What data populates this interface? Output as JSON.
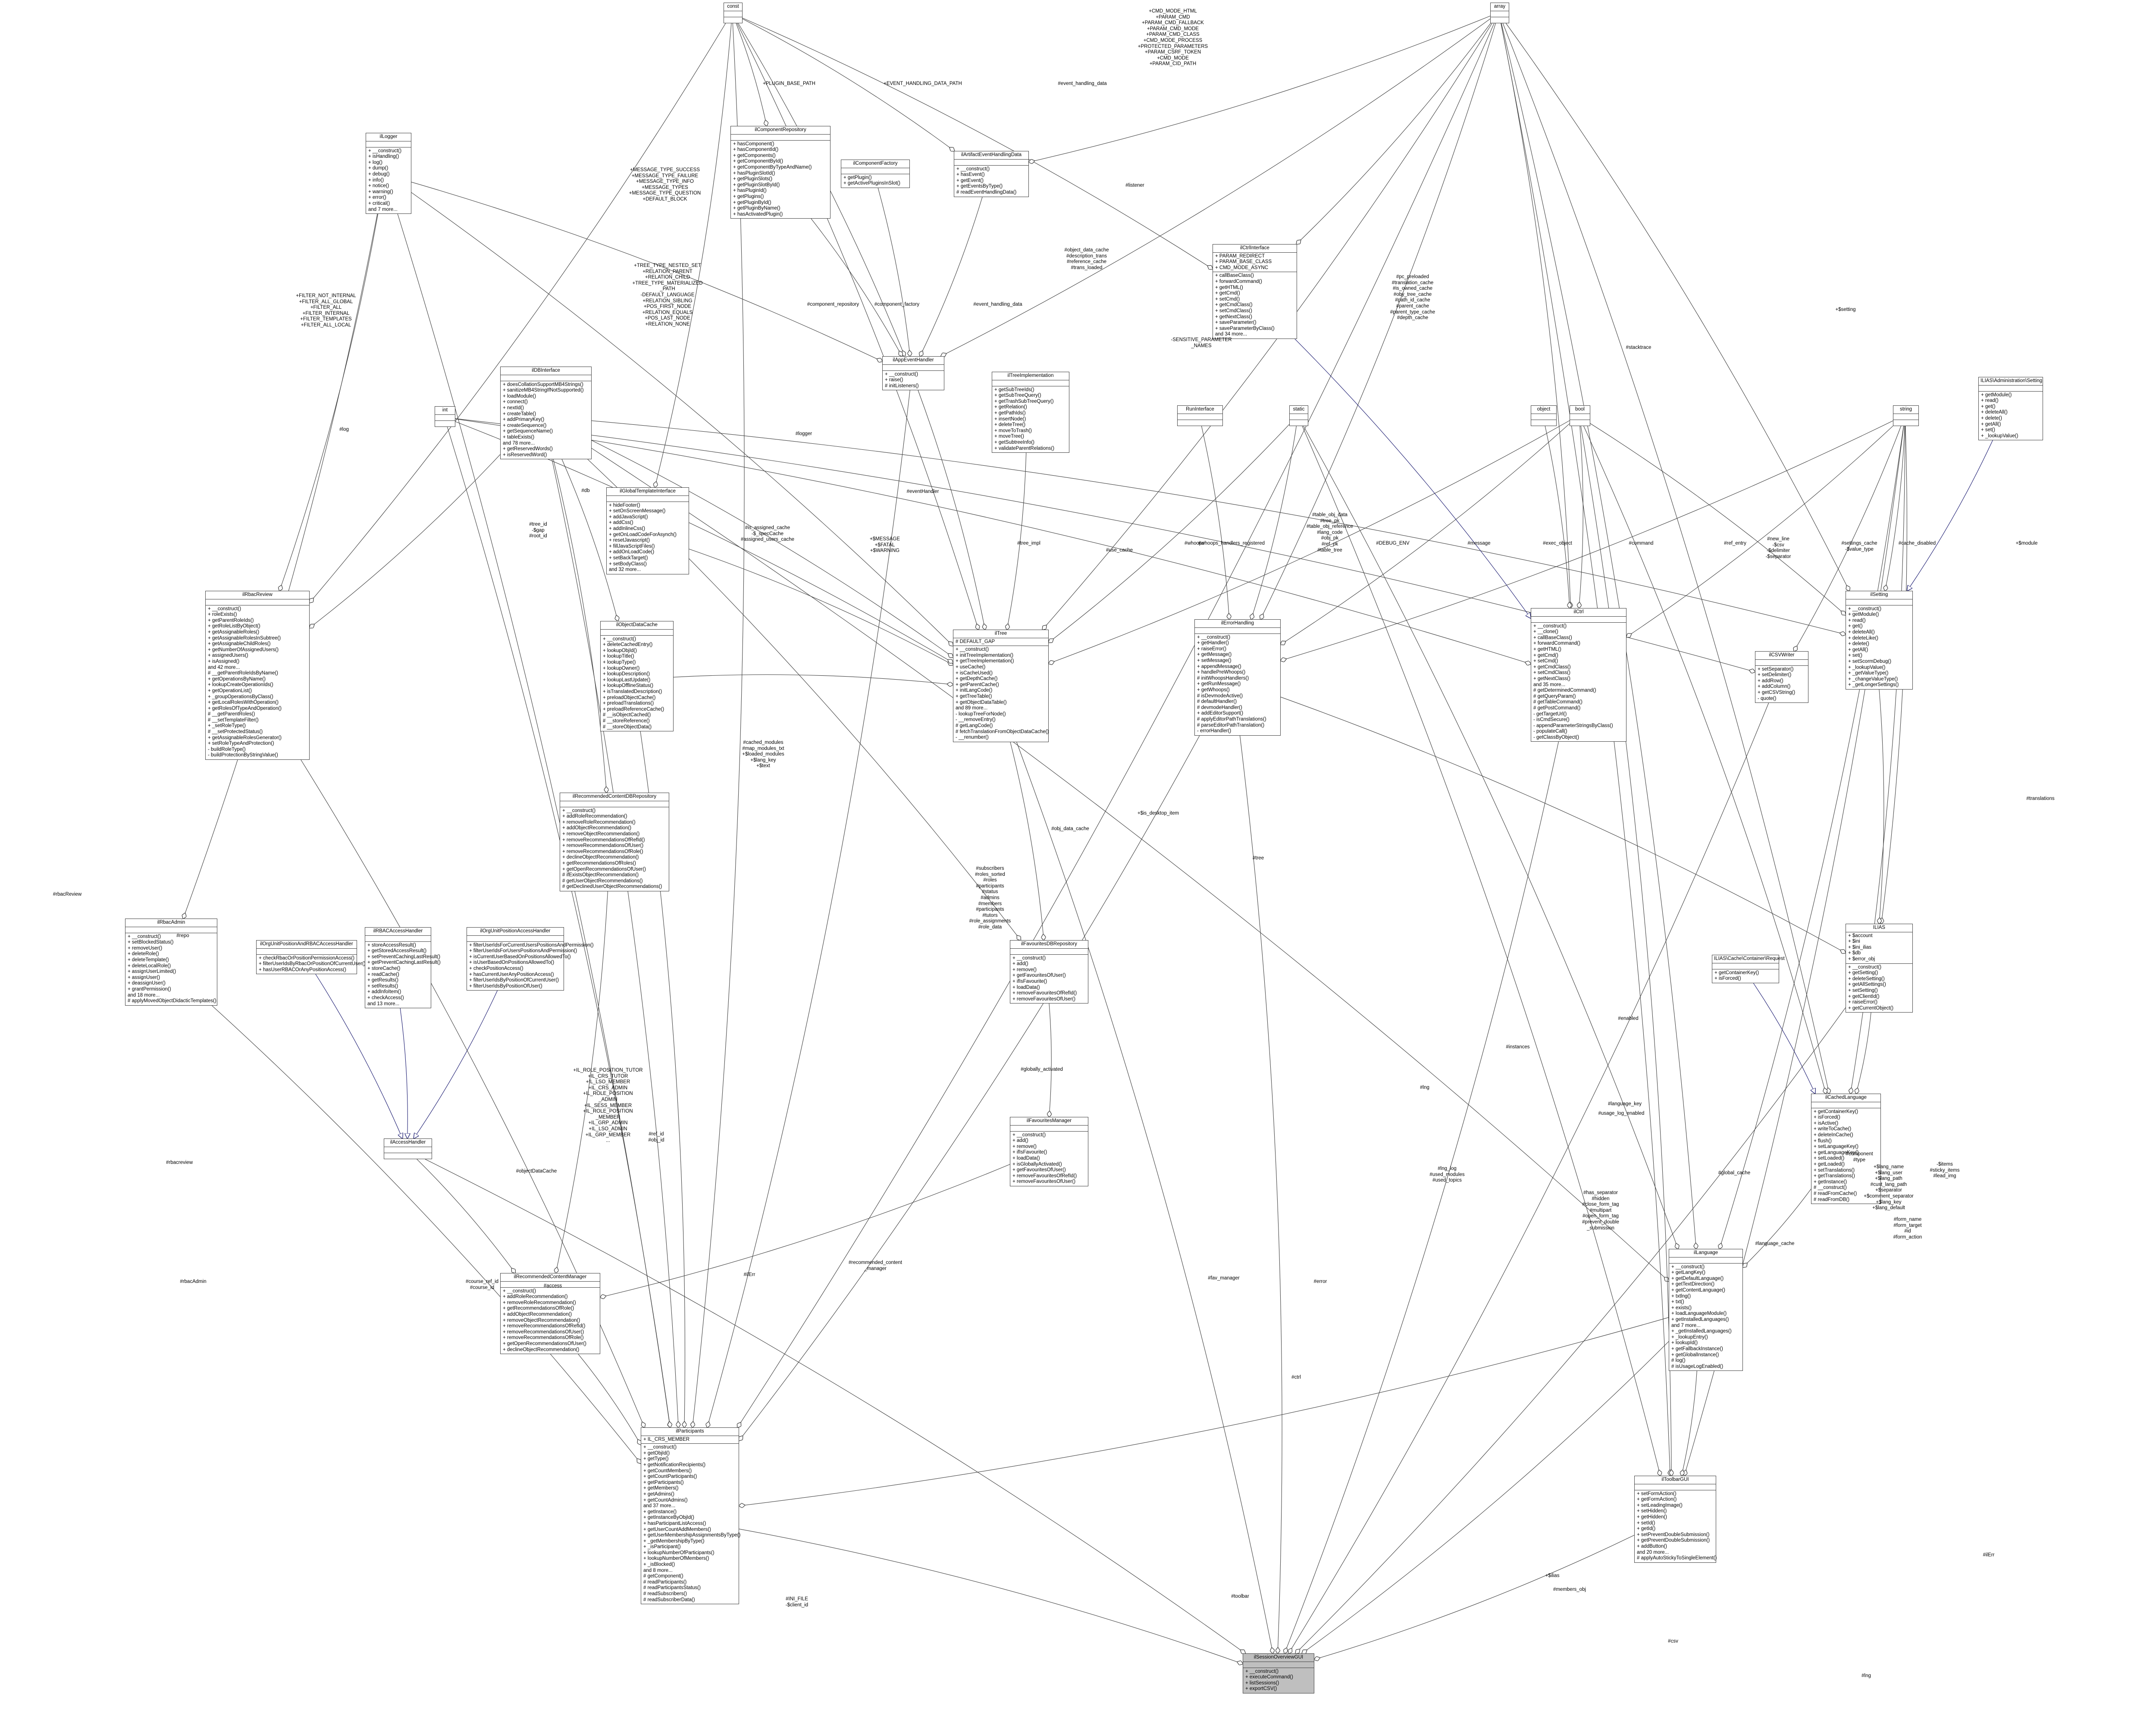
{
  "edges_color": "#404040",
  "inherit_color": "#191970",
  "highlight_color": "#bfbfbf",
  "classes": [
    {
      "id": "const",
      "name": "const",
      "attrs": [],
      "ops": []
    },
    {
      "id": "array",
      "name": "array",
      "attrs": [],
      "ops": []
    },
    {
      "id": "ilogger",
      "name": "ilLogger",
      "attrs": [],
      "ops": [
        "+ __construct()",
        "+ isHandling()",
        "+ log()",
        "+ dump()",
        "+ debug()",
        "+ info()",
        "+ notice()",
        "+ warning()",
        "+ error()",
        "+ critical()",
        "and 7 more..."
      ]
    },
    {
      "id": "icomprepo",
      "name": "ilComponentRepository",
      "attrs": [],
      "ops": [
        "+ hasComponent()",
        "+ hasComponentId()",
        "+ getComponents()",
        "+ getComponentById()",
        "+ getComponentByTypeAndName()",
        "+ hasPluginSlotId()",
        "+ getPluginSlots()",
        "+ getPluginSlotById()",
        "+ hasPluginId()",
        "+ getPlugins()",
        "+ getPluginById()",
        "+ getPluginByName()",
        "+ hasActivatedPlugin()"
      ]
    },
    {
      "id": "iartifact",
      "name": "ilArtifactEventHandlingData",
      "attrs": [],
      "ops": [
        "+ __construct()",
        "+ hasEvent()",
        "+ getEvent()",
        "+ getEventsByType()",
        "# readEventHandlingData()"
      ]
    },
    {
      "id": "icompfactory",
      "name": "ilComponentFactory",
      "attrs": [],
      "ops": [
        "+ getPlugin()",
        "+ getActivePluginsInSlot()"
      ]
    },
    {
      "id": "ictrlinterface",
      "name": "ilCtrlInterface",
      "attrs": [
        "+ PARAM_REDIRECT",
        "+ PARAM_BASE_CLASS",
        "+ CMD_MODE_ASYNC"
      ],
      "ops": [
        "+ callBaseClass()",
        "+ forwardCommand()",
        "+ getHTML()",
        "+ getCmd()",
        "+ setCmd()",
        "+ getCmdClass()",
        "+ setCmdClass()",
        "+ getNextClass()",
        "+ saveParameter()",
        "+ saveParameterByClass()",
        "and 34 more..."
      ]
    },
    {
      "id": "iappevent",
      "name": "ilAppEventHandler",
      "attrs": [],
      "ops": [
        "+ __construct()",
        "+ raise()",
        "# initListeners()"
      ]
    },
    {
      "id": "itreeimpl",
      "name": "ilTreeImplementation",
      "attrs": [],
      "ops": [
        "+ getSubTreeIds()",
        "+ getSubTreeQuery()",
        "+ getTrashSubTreeQuery()",
        "+ getRelation()",
        "+ getPathIds()",
        "+ insertNode()",
        "+ deleteTree()",
        "+ moveToTrash()",
        "+ moveTree()",
        "+ getSubtreeInfo()",
        "+ validateParentRelations()"
      ]
    },
    {
      "id": "runinterface",
      "name": "RunInterface",
      "attrs": [],
      "ops": []
    },
    {
      "id": "static",
      "name": "static",
      "attrs": [],
      "ops": []
    },
    {
      "id": "object",
      "name": "object",
      "attrs": [],
      "ops": []
    },
    {
      "id": "bool",
      "name": "bool",
      "attrs": [],
      "ops": []
    },
    {
      "id": "string",
      "name": "string",
      "attrs": [],
      "ops": []
    },
    {
      "id": "iliasadmin",
      "name": "ILIAS\\Administration\\Setting",
      "attrs": [],
      "ops": [
        "+ getModule()",
        "+ read()",
        "+ get()",
        "+ deleteAll()",
        "+ delete()",
        "+ getAll()",
        "+ set()",
        "+ _lookupValue()"
      ]
    },
    {
      "id": "int",
      "name": "int",
      "attrs": [],
      "ops": []
    },
    {
      "id": "idbinterface",
      "name": "ilDBInterface",
      "attrs": [],
      "ops": [
        "+ doesCollationSupportMB4Strings()",
        "+ sanitizeMB4StringIfNotSupported()",
        "+ loadModule()",
        "+ connect()",
        "+ nextId()",
        "+ createTable()",
        "+ addPrimaryKey()",
        "+ createSequence()",
        "+ getSequenceName()",
        "+ tableExists()",
        "and 78 more...",
        "+ getReservedWords()",
        "+ isReservedWord()"
      ]
    },
    {
      "id": "iglobaltpl",
      "name": "ilGlobalTemplateInterface",
      "attrs": [],
      "ops": [
        "+ hideFooter()",
        "+ setOnScreenMessage()",
        "+ addJavaScript()",
        "+ addCss()",
        "+ addInlineCss()",
        "+ getOnLoadCodeForAsynch()",
        "+ resetJavascript()",
        "+ fillJavaScriptFiles()",
        "+ addOnLoadCode()",
        "+ setBackTarget()",
        "+ setBodyClass()",
        "and 32 more..."
      ]
    },
    {
      "id": "irbacreview",
      "name": "ilRbacReview",
      "attrs": [],
      "ops": [
        "+ __construct()",
        "+ roleExists()",
        "+ getParentRoleIds()",
        "+ getRoleListByObject()",
        "+ getAssignableRoles()",
        "+ getAssignableRolesInSubtree()",
        "+ getAssignableChildRoles()",
        "+ getNumberOfAssignedUsers()",
        "+ assignedUsers()",
        "+ isAssigned()",
        "and 42 more...",
        "# __getParentRoleIdsByName()",
        "+ getOperationsByName()",
        "+ lookupCreateOperationIds()",
        "+ getOperationList()",
        "+ _groupOperationsByClass()",
        "+ getLocalRolesWithOperation()",
        "+ getRolesOfTypeAndOperation()",
        "# __getParentRoles()",
        "# __setTemplateFilter()",
        "+ _setRoleType()",
        "# __setProtectedStatus()",
        "+ getAssignableRolesGenerator()",
        "+ setRoleTypeAndProtection()",
        "- buildRoleType()",
        "- buildProtectionByStringValue()"
      ]
    },
    {
      "id": "iobjdatacache",
      "name": "ilObjectDataCache",
      "attrs": [],
      "ops": [
        "+ __construct()",
        "+ deleteCachedEntry()",
        "+ lookupObjId()",
        "+ lookupTitle()",
        "+ lookupType()",
        "+ lookupOwner()",
        "+ lookupDescription()",
        "+ lookupLastUpdate()",
        "+ lookupOfflineStatus()",
        "+ isTranslatedDescription()",
        "+ preloadObjectCache()",
        "+ preloadTranslations()",
        "+ preloadReferenceCache()",
        "# __isObjectCached()",
        "# __storeReference()",
        "# __storeObjectData()"
      ]
    },
    {
      "id": "itree",
      "name": "ilTree",
      "attrs": [
        "# DEFAULT_GAP"
      ],
      "ops": [
        "+ __construct()",
        "+ initTreeImplementation()",
        "+ getTreeImplementation()",
        "+ useCache()",
        "+ isCacheUsed()",
        "+ getDepthCache()",
        "+ getParentCache()",
        "+ initLangCode()",
        "+ getTreeTable()",
        "+ getObjectDataTable()",
        "and 89 more...",
        "- lookupTreeForNode()",
        "- __removeEntry()",
        "# getLangCode()",
        "# fetchTranslationFromObjectDataCache()",
        "- __renumber()"
      ]
    },
    {
      "id": "ierrorhandling",
      "name": "ilErrorHandling",
      "attrs": [],
      "ops": [
        "+ __construct()",
        "+ getHandler()",
        "+ raiseError()",
        "+ getMessage()",
        "+ setMessage()",
        "+ appendMessage()",
        "+ handlePreWhoops()",
        "# initWhoopsHandlers()",
        "+ getRunMessage()",
        "+ getWhoops()",
        "# isDevmodeActive()",
        "# defaultHandler()",
        "# devmodeHandler()",
        "+ addEditorSupport()",
        "# applyEditorPathTranslations()",
        "# parseEditorPathTranslation()",
        "- errorHandler()"
      ]
    },
    {
      "id": "ictrl",
      "name": "ilCtrl",
      "attrs": [],
      "ops": [
        "+ __construct()",
        "+ __clone()",
        "+ callBaseClass()",
        "+ forwardCommand()",
        "+ getHTML()",
        "+ getCmd()",
        "+ setCmd()",
        "+ getCmdClass()",
        "+ setCmdClass()",
        "+ getNextClass()",
        "and 35 more...",
        "# getDeterminedCommand()",
        "# getQueryParam()",
        "# getTableCommand()",
        "# getPostCommand()",
        "- getTargetUrl()",
        "- isCmdSecure()",
        "- appendParameterStringsByClass()",
        "- populateCall()",
        "- getClassByObject()"
      ]
    },
    {
      "id": "icsvwriter",
      "name": "ilCSVWriter",
      "attrs": [],
      "ops": [
        "+ setSeparator()",
        "+ setDelimiter()",
        "+ addRow()",
        "+ addColumn()",
        "+ getCSVString()",
        "- quote()"
      ]
    },
    {
      "id": "isetting",
      "name": "ilSetting",
      "attrs": [],
      "ops": [
        "+ __construct()",
        "+ getModule()",
        "+ read()",
        "+ get()",
        "+ deleteAll()",
        "+ deleteLike()",
        "+ delete()",
        "+ getAll()",
        "+ set()",
        "+ setScormDebug()",
        "+ _lookupValue()",
        "+ _getValueType()",
        "+ _changeValueType()",
        "+ _getLongerSettings()"
      ]
    },
    {
      "id": "irecrepo",
      "name": "ilRecommendedContentDBRepository",
      "attrs": [],
      "ops": [
        "+ __construct()",
        "+ addRoleRecommendation()",
        "+ removeRoleRecommendation()",
        "+ addObjectRecommendation()",
        "+ removeObjectRecommendation()",
        "+ removeRecommendationsOfRefId()",
        "+ removeRecommendationsOfUser()",
        "+ removeRecommendationsOfRole()",
        "+ declineObjectRecommendation()",
        "+ getRecommendationsOfRoles()",
        "+ getOpenRecommendationsOfUser()",
        "# ifExistsObjectRecommendation()",
        "# getUserObjectRecommendations()",
        "# getDeclinedUserObjectRecommendations()"
      ]
    },
    {
      "id": "irbacadmin",
      "name": "ilRbacAdmin",
      "attrs": [],
      "ops": [
        "+ __construct()",
        "+ setBlockedStatus()",
        "+ removeUser()",
        "+ deleteRole()",
        "+ deleteTemplate()",
        "+ deleteLocalRole()",
        "+ assignUserLimited()",
        "+ assignUser()",
        "+ deassignUser()",
        "+ grantPermission()",
        "and 18 more...",
        "# applyMovedObjectDidacticTemplates()"
      ]
    },
    {
      "id": "iorgunitpos",
      "name": "ilOrgUnitPositionAndRBACAccessHandler",
      "attrs": [],
      "ops": [
        "+ checkRbacOrPositionPermissionAccess()",
        "+ filterUserIdsByRbacOrPositionOfCurrentUser()",
        "+ hasUserRBACOrAnyPositionAccess()"
      ]
    },
    {
      "id": "irbacaccess",
      "name": "ilRBACAccessHandler",
      "attrs": [],
      "ops": [
        "+ storeAccessResult()",
        "+ getStoredAccessResult()",
        "+ setPreventCachingLastResult()",
        "+ getPreventCachingLastResult()",
        "+ storeCache()",
        "+ readCache()",
        "+ getResults()",
        "+ setResults()",
        "+ addInfoItem()",
        "+ checkAccess()",
        "and 13 more..."
      ]
    },
    {
      "id": "iorgunitposacc",
      "name": "ilOrgUnitPositionAccessHandler",
      "attrs": [],
      "ops": [
        "+ filterUserIdsForCurrentUsersPositionsAndPermission()",
        "+ filterUserIdsForUsersPositionsAndPermission()",
        "+ isCurrentUserBasedOnPositionsAllowedTo()",
        "+ isUserBasedOnPositionsAllowedTo()",
        "+ checkPositionAccess()",
        "+ hasCurrentUserAnyPositionAccess()",
        "+ filterUserIdsByPositionOfCurrentUser()",
        "+ filterUserIdsByPositionOfUser()"
      ]
    },
    {
      "id": "ifavrepo",
      "name": "ilFavouritesDBRepository",
      "attrs": [],
      "ops": [
        "+ __construct()",
        "+ add()",
        "+ remove()",
        "+ getFavouritesOfUser()",
        "+ ifIsFavourite()",
        "+ loadData()",
        "+ removeFavouritesOfRefId()",
        "+ removeFavouritesOfUser()"
      ]
    },
    {
      "id": "icachecontainer",
      "name": "ILIAS\\Cache\\Container\\Request",
      "attrs": [],
      "ops": [
        "+ getContainerKey()",
        "+ isForced()"
      ]
    },
    {
      "id": "ilias",
      "name": "ILIAS",
      "attrs": [
        "+ $account",
        "+ $ini",
        "+ $ini_ilias",
        "+ $db",
        "+ $error_obj"
      ],
      "ops": [
        "+ __construct()",
        "+ getSetting()",
        "+ deleteSetting()",
        "+ getAllSettings()",
        "+ setSetting()",
        "+ getClientId()",
        "+ raiseError()",
        "+ getCurrentObject()"
      ]
    },
    {
      "id": "iaccesshandler",
      "name": "ilAccessHandler",
      "attrs": [],
      "ops": []
    },
    {
      "id": "ifavmanager",
      "name": "ilFavouritesManager",
      "attrs": [],
      "ops": [
        "+ __construct()",
        "+ add()",
        "+ remove()",
        "+ ifIsFavourite()",
        "+ loadData()",
        "+ isGloballyActivated()",
        "+ getFavouritesOfUser()",
        "+ removeFavouritesOfRefId()",
        "+ removeFavouritesOfUser()"
      ]
    },
    {
      "id": "icachedlang",
      "name": "ilCachedLanguage",
      "attrs": [],
      "ops": [
        "+ getContainerKey()",
        "+ isForced()",
        "+ isActive()",
        "+ writeToCache()",
        "+ deleteInCache()",
        "+ flush()",
        "+ setLanguageKey()",
        "+ getLanguageKey()",
        "+ setLoaded()",
        "+ getLoaded()",
        "+ setTranslations()",
        "+ getTranslations()",
        "+ getInstance()",
        "# __construct()",
        "# readFromCache()",
        "# readFromDB()"
      ]
    },
    {
      "id": "irecmanager",
      "name": "ilRecommendedContentManager",
      "attrs": [],
      "ops": [
        "+ __construct()",
        "+ addRoleRecommendation()",
        "+ removeRoleRecommendation()",
        "+ getRecommendationsOfRole()",
        "+ addObjectRecommendation()",
        "+ removeObjectRecommendation()",
        "+ removeRecommendationsOfRefId()",
        "+ removeRecommendationsOfUser()",
        "+ removeRecommendationsOfRole()",
        "+ getOpenRecommendationsOfUser()",
        "+ declineObjectRecommendation()"
      ]
    },
    {
      "id": "ilanguage",
      "name": "ilLanguage",
      "attrs": [],
      "ops": [
        "+ __construct()",
        "+ getLangKey()",
        "+ getDefaultLanguage()",
        "+ getTextDirection()",
        "+ getContentLanguage()",
        "+ txtlng()",
        "+ txt()",
        "+ exists()",
        "+ loadLanguageModule()",
        "+ getInstalledLanguages()",
        "and 7 more...",
        "+ _getInstalledLanguages()",
        "+ _lookupEntry()",
        "+ lookupId()",
        "+ getFallbackInstance()",
        "+ getGlobalInstance()",
        "# log()",
        "# isUsageLogEnabled()"
      ]
    },
    {
      "id": "iparticipants",
      "name": "ilParticipants",
      "attrs": [
        "+ IL_CRS_MEMBER"
      ],
      "ops": [
        "+ __construct()",
        "+ getObjId()",
        "+ getType()",
        "+ getNotificationRecipients()",
        "+ getCountMembers()",
        "+ getCountParticipants()",
        "+ getParticipants()",
        "+ getMembers()",
        "+ getAdmins()",
        "+ getCountAdmins()",
        "and 37 more...",
        "+ getInstance()",
        "+ getInstanceByObjId()",
        "+ hasParticipantListAccess()",
        "+ getUserCountAddMembers()",
        "+ getUserMembershipAssignmentsByType()",
        "+ _getMembershipByType()",
        "+ _isParticipant()",
        "+ lookupNumberOfParticipants()",
        "+ lookupNumberOfMembers()",
        "+ _isBlocked()",
        "and 8 more...",
        "# getComponent()",
        "# readParticipants()",
        "# readParticipantsStatus()",
        "# readSubscribers()",
        "# readSubscriberData()"
      ]
    },
    {
      "id": "itoolbargui",
      "name": "ilToolbarGUI",
      "attrs": [],
      "ops": [
        "+ setFormAction()",
        "+ getFormAction()",
        "+ setLeadingImage()",
        "+ setHidden()",
        "+ getHidden()",
        "+ setId()",
        "+ getId()",
        "+ setPreventDoubleSubmission()",
        "+ getPreventDoubleSubmission()",
        "+ addButton()",
        "and 20 more...",
        "# applyAutoStickyToSingleElement()"
      ]
    },
    {
      "id": "isessionoverview",
      "name": "ilSessionOverviewGUI",
      "attrs": [],
      "ops": [
        "+ __construct()",
        "+ executeCommand()",
        "+ listSessions()",
        "+ exportCSV()"
      ],
      "highlight": true
    }
  ],
  "labels": [
    "+PLUGIN_BASE_PATH",
    "+EVENT_HANDLING_DATA_PATH",
    "#event_handling_data",
    "+CMD_MODE_HTML\n+PARAM_CMD\n+PARAM_CMD_FALLBACK\n+PARAM_CMD_MODE\n+PARAM_CMD_CLASS\n+CMD_MODE_PROCESS\n+PROTECTED_PARAMETERS\n+PARAM_CSRF_TOKEN\n+CMD_MODE\n+PARAM_CID_PATH",
    "#listener",
    "+MESSAGE_TYPE_SUCCESS\n+MESSAGE_TYPE_FAILURE\n+MESSAGE_TYPE_INFO\n+MESSAGE_TYPES\n+MESSAGE_TYPE_QUESTION\n+DEFAULT_BLOCK",
    "+TREE_TYPE_NESTED_SET\n+RELATION_PARENT\n+RELATION_CHILD\n+TREE_TYPE_MATERIALIZED\n_PATH\n-DEFAULT_LANGUAGE\n+RELATION_SIBLING\n+POS_FIRST_NODE\n+RELATION_EQUALS\n+POS_LAST_NODE\n+RELATION_NONE",
    "#object_data_cache\n#description_trans\n#reference_cache\n#trans_loaded",
    "-SENSITIVE_PARAMETER\n_NAMES",
    "#pc_preloaded\n#translation_cache\n#is_owned_cache\n#oby_tree_cache\n#path_id_cache\n#parent_cache\n#parent_type_cache\n#depth_cache",
    "#stacktrace",
    "+$setting",
    "+FILTER_NOT_INTERNAL\n+FILTER_ALL_GLOBAL\n+FILTER_ALL\n+FILTER_INTERNAL\n+FILTER_TEMPLATES\n+FILTER_ALL_LOCAL",
    "#log",
    "#logger",
    "#component_repository",
    "#component_factory",
    "#event_handling_data",
    "#tree_id\n-$gap\n#root_id",
    "#db",
    "#is_assigned_cache\n-$_specCache\n#assigned_users_cache",
    "+$MESSAGE\n+$FATAL\n+$WARNING",
    "#eventHandler",
    "#tree_impl",
    "#use_cache",
    "#whoops",
    "#whoops_handlers_registered",
    "#table_obj_data\n#tree_pk\n#table_obj_reference\n#lang_code\n#obj_pk\n#ref_pk\n#table_tree",
    "#DEBUG_ENV",
    "#message",
    "#exec_object",
    "#command",
    "#ref_entry",
    "#new_line\n-$csv\n-$delimiter\n-$separator",
    "#settings_cache\n-$value_type",
    "#cache_disabled",
    "+$module",
    "#translations",
    "#cached_modules\n#map_modules_txt\n+$loaded_modules\n+$lang_key\n+$text",
    "#obj_data_cache",
    "+$is_desktop_item",
    "#subscribers\n#roles_sorted\n#roles\n#participants\n#status\n#admins\n#members\n#participants\n#tutors\n#role_assignments\n#role_data",
    "#tree",
    "#globally_activated",
    "#repo",
    "#rbacreview",
    "#rbacAdmin",
    "#rbacReview",
    "+IL_ROLE_POSITION_TUTOR\n+IL_CRS_TUTOR\n+IL_LSO_MEMBER\n+IL_CRS_ADMIN\n+IL_ROLE_POSITION\n_ADMIN\n+IL_SESS_MEMBER\n+IL_ROLE_POSITION\n_MEMBER\n+IL_GRP_ADMIN\n+IL_LSO_ADMIN\n+IL_GRP_MEMBER\n...",
    "#ref_id\n#obj_id",
    "#objectDataCache",
    "#course_ref_id\n#course_id",
    "#access",
    "#recommended_content\n_manager",
    "#fav_manager",
    "#error",
    "#ilErr",
    "#ctrl",
    "#lng",
    "#instances",
    "#enabled",
    "#language_key",
    "#usage_log_enabled",
    "#lng_log\n#used_modules\n#used_topics",
    "#global_cache",
    "#language_cache",
    "#has_separator\n#hidden\n#close_form_tag\n#multipart\n#open_form_tag\n#prevent_double\n_submission",
    "#component\n#type",
    "#form_name\n#form_target\n#id\n#form_action",
    "+$lang_name\n+$lang_user\n+$lang_path\n#cust_lang_path\n+$separator\n+$comment_separator\n+$lang_key\n+$lang_default",
    "-$items\n#sticky_items\n#lead_img",
    "#INI_FILE\n-$client_id",
    "#members_obj",
    "#toolbar",
    "#csv",
    "#lng",
    "#ilErr",
    "+$ilias"
  ]
}
